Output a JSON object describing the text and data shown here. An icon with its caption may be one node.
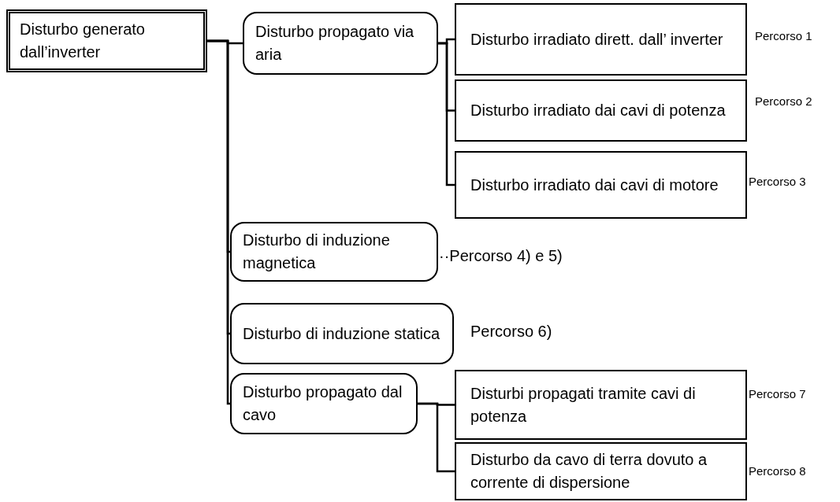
{
  "diagram": {
    "nodes": [
      {
        "text": [
          "Disturbo generato dall’inverter"
        ]
      },
      {
        "text": [
          "Disturbo propagato via aria"
        ]
      },
      {
        "text": [
          "Disturbo irradiato dirett. dall’ inverter"
        ],
        "beside": [
          "Percorso 1"
        ]
      },
      {
        "text": [
          "Disturbo irradiato dai cavi di potenza"
        ],
        "beside": [
          "Percorso 2"
        ]
      },
      {
        "text": [
          "Disturbo irradiato dai cavi di motore"
        ],
        "beside": [
          "Percorso 3"
        ]
      },
      {
        "text": [
          "Disturbo di induzione magnetica"
        ],
        "beside": [
          "··Percorso 4) e 5)"
        ]
      },
      {
        "text": [
          "Disturbo di induzione statica"
        ],
        "beside": [
          "Percorso 6)"
        ]
      },
      {
        "text": [
          "Disturbo propagato dal cavo"
        ]
      },
      {
        "text": [
          "Disturbi propagati tramite cavi di potenza"
        ],
        "beside": [
          "Percorso 7"
        ]
      },
      {
        "text": [
          "Disturbo da cavo di terra dovuto a corrente di dispersione"
        ],
        "beside": [
          "Percorso 8"
        ]
      }
    ],
    "edges": [
      {
        "from": 0,
        "to": 1,
        "arrow": "none"
      },
      {
        "from": 0,
        "to": 5,
        "arrow": "none"
      },
      {
        "from": 0,
        "to": 6,
        "arrow": "none"
      },
      {
        "from": 0,
        "to": 7,
        "arrow": "none"
      },
      {
        "from": 1,
        "to": 2,
        "arrow": "none"
      },
      {
        "from": 1,
        "to": 3,
        "arrow": "none"
      },
      {
        "from": 1,
        "to": 4,
        "arrow": "none"
      },
      {
        "from": 7,
        "to": 8,
        "arrow": "none"
      },
      {
        "from": 7,
        "to": 9,
        "arrow": "none"
      }
    ]
  }
}
